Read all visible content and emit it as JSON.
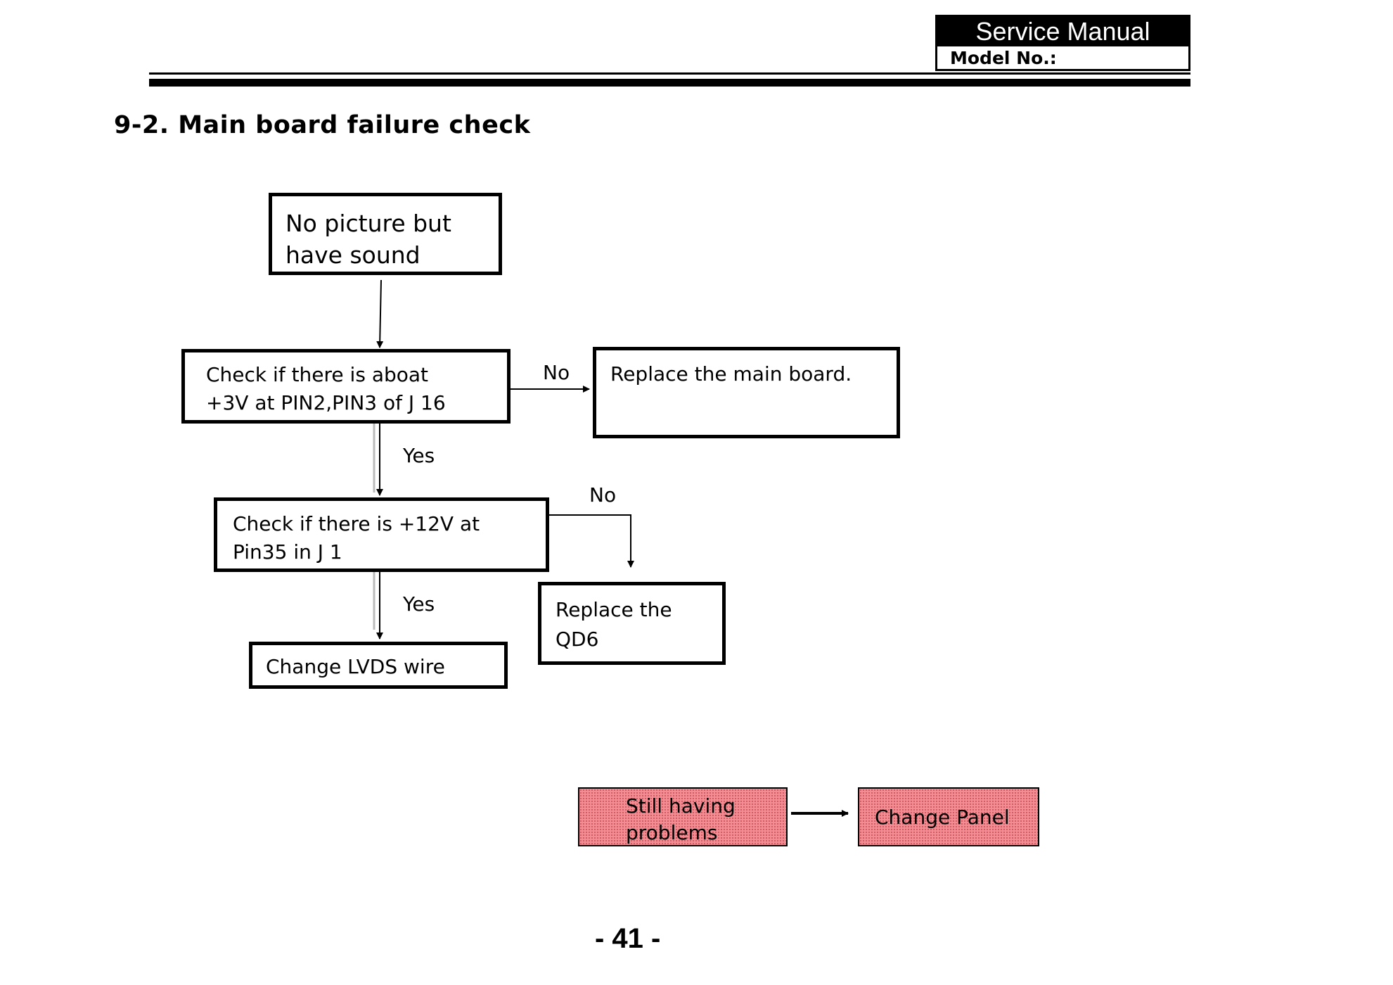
{
  "header": {
    "title": "Service Manual",
    "model_label": "Model No.:"
  },
  "section_title": "9-2. Main board failure check",
  "flowchart": {
    "start": "No picture but\nhave sound",
    "check_3v": "Check if there is aboat\n+3V at PIN2,PIN3 of J 16",
    "replace_main_board": "Replace the main board.",
    "check_12v": "Check if there is +12V at\nPin35 in J 1",
    "replace_qd6": "Replace    the\nQD6",
    "change_lvds": "Change LVDS  wire",
    "still_having": "Still having\nproblems",
    "change_panel": "Change Panel",
    "labels": {
      "no_1": "No",
      "yes_1": "Yes",
      "no_2": "No",
      "yes_2": "Yes"
    }
  },
  "colors": {
    "pink_fill": "#f28e93"
  },
  "page_number": "- 41 -"
}
